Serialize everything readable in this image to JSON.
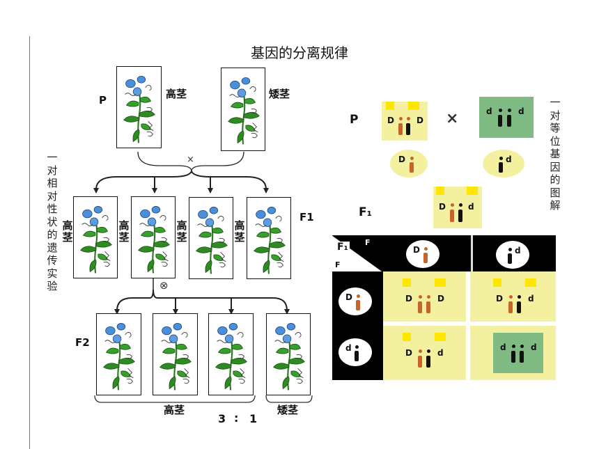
{
  "title": "基因的分离规律",
  "left": {
    "p_label": "P",
    "f1_label": "F1",
    "f2_label": "F2",
    "p_tall": "高茎",
    "p_short": "矮茎",
    "f1_labels": [
      "高茎",
      "高茎",
      "高茎",
      "高茎"
    ],
    "cross_symbol": "×",
    "self_symbol": "⊗",
    "f2_tall_brace_label": "高茎",
    "f2_short_brace_label": "矮茎",
    "ratio": {
      "left": "3",
      "sep": ":",
      "right": "1"
    },
    "side_caption": "一对相对性状的遗传实验"
  },
  "right": {
    "p_label": "P",
    "f1_label": "F₁",
    "cross_symbol": "×",
    "side_caption": "一对等位基因的图解",
    "grid_corner": {
      "top": "F₁",
      "female": "F",
      "male": "F"
    },
    "alleles": {
      "dominant": "D",
      "recessive": "d"
    },
    "colors": {
      "cell": "#f3f0a0",
      "recessive_cell": "#7fba82",
      "tab": "#ffe600",
      "dominant_bar": "#c8642a",
      "recessive_bar": "#111111",
      "grid": "#000000"
    }
  }
}
